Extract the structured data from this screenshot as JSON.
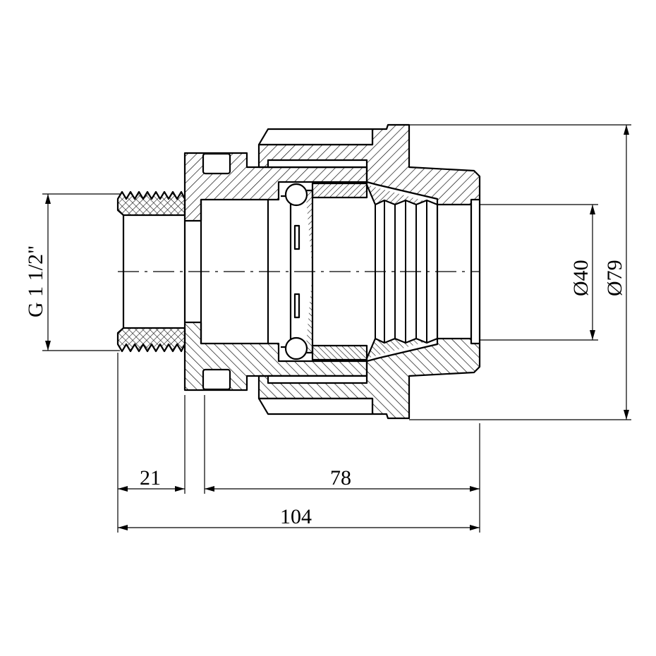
{
  "drawing": {
    "title": "Compression fitting with male thread, sectional view",
    "dimensions": {
      "thread": "G 1 1/2\"",
      "inner_diameter": "Ø40",
      "outer_diameter": "Ø79",
      "thread_length": "21",
      "body_length": "78",
      "total_length": "104"
    },
    "colors": {
      "line": "#000000",
      "background": "#ffffff"
    }
  }
}
